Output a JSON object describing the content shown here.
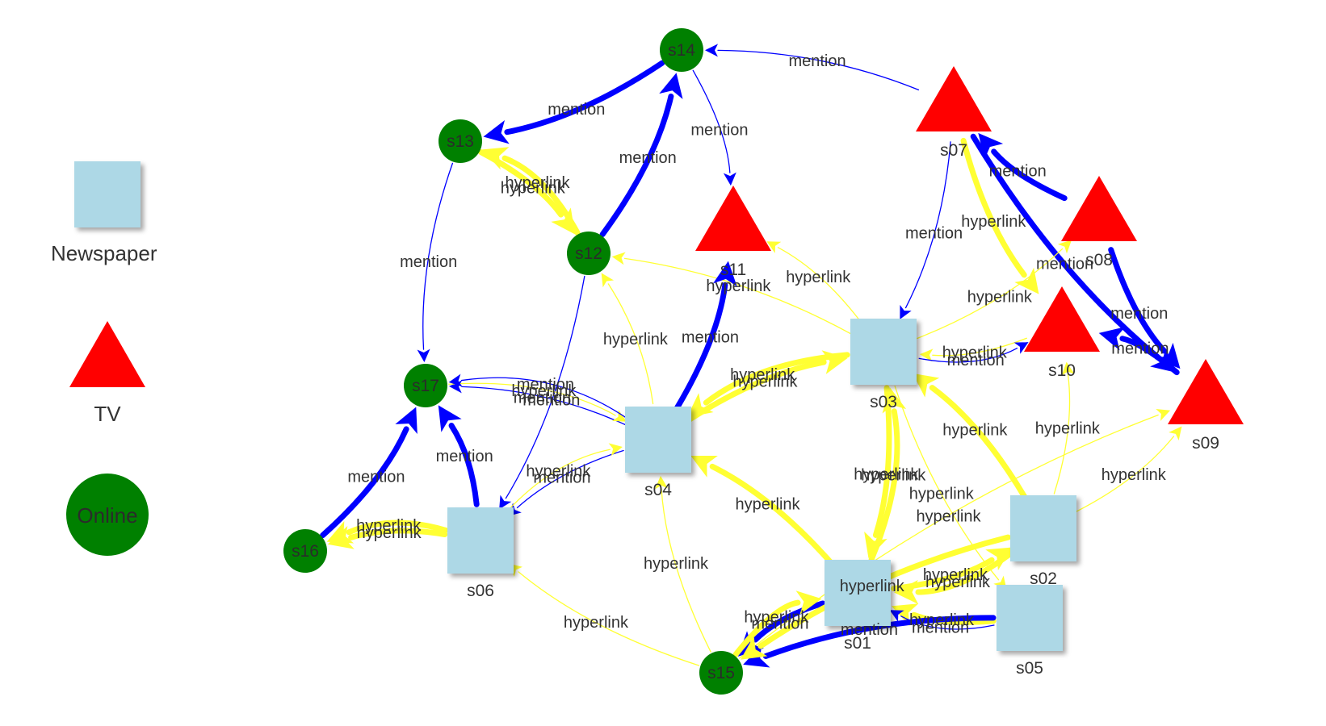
{
  "legend": {
    "newspaper": {
      "label": "Newspaper",
      "shape": "square",
      "color": "#add8e6"
    },
    "tv": {
      "label": "TV",
      "shape": "triangle",
      "color": "#ff0000"
    },
    "online": {
      "label": "Online",
      "shape": "circle",
      "color": "#008000"
    }
  },
  "colors": {
    "mention": "#0000ff",
    "hyperlink": "#ffff33"
  },
  "nodes": [
    {
      "id": "s01",
      "label": "s01",
      "type": "newspaper"
    },
    {
      "id": "s02",
      "label": "s02",
      "type": "newspaper"
    },
    {
      "id": "s03",
      "label": "s03",
      "type": "newspaper"
    },
    {
      "id": "s04",
      "label": "s04",
      "type": "newspaper"
    },
    {
      "id": "s05",
      "label": "s05",
      "type": "newspaper"
    },
    {
      "id": "s06",
      "label": "s06",
      "type": "newspaper"
    },
    {
      "id": "s07",
      "label": "s07",
      "type": "tv"
    },
    {
      "id": "s08",
      "label": "s08",
      "type": "tv"
    },
    {
      "id": "s09",
      "label": "s09",
      "type": "tv"
    },
    {
      "id": "s10",
      "label": "s10",
      "type": "tv"
    },
    {
      "id": "s11",
      "label": "s11",
      "type": "tv"
    },
    {
      "id": "s12",
      "label": "s12",
      "type": "online"
    },
    {
      "id": "s13",
      "label": "s13",
      "type": "online"
    },
    {
      "id": "s14",
      "label": "s14",
      "type": "online"
    },
    {
      "id": "s15",
      "label": "s15",
      "type": "online"
    },
    {
      "id": "s16",
      "label": "s16",
      "type": "online"
    },
    {
      "id": "s17",
      "label": "s17",
      "type": "online"
    }
  ],
  "edges": [
    {
      "from": "s14",
      "to": "s13",
      "label": "mention",
      "kind": "mention",
      "weight": 5
    },
    {
      "from": "s07",
      "to": "s14",
      "label": "mention",
      "kind": "mention",
      "weight": 1
    },
    {
      "from": "s14",
      "to": "s11",
      "label": "mention",
      "kind": "mention",
      "weight": 1
    },
    {
      "from": "s12",
      "to": "s14",
      "label": "mention",
      "kind": "mention",
      "weight": 5
    },
    {
      "from": "s13",
      "to": "s12",
      "label": "hyperlink",
      "kind": "hyperlink",
      "weight": 5
    },
    {
      "from": "s12",
      "to": "s13",
      "label": "hyperlink",
      "kind": "hyperlink",
      "weight": 5
    },
    {
      "from": "s13",
      "to": "s17",
      "label": "mention",
      "kind": "mention",
      "weight": 1
    },
    {
      "from": "s12",
      "to": "s06",
      "label": "mention",
      "kind": "mention",
      "weight": 1
    },
    {
      "from": "s04",
      "to": "s12",
      "label": "hyperlink",
      "kind": "hyperlink",
      "weight": 1
    },
    {
      "from": "s03",
      "to": "s12",
      "label": "hyperlink",
      "kind": "hyperlink",
      "weight": 1
    },
    {
      "from": "s04",
      "to": "s11",
      "label": "mention",
      "kind": "mention",
      "weight": 5
    },
    {
      "from": "s03",
      "to": "s11",
      "label": "hyperlink",
      "kind": "hyperlink",
      "weight": 1
    },
    {
      "from": "s07",
      "to": "s03",
      "label": "mention",
      "kind": "mention",
      "weight": 1
    },
    {
      "from": "s07",
      "to": "s10",
      "label": "hyperlink",
      "kind": "hyperlink",
      "weight": 5
    },
    {
      "from": "s07",
      "to": "s09",
      "label": "mention",
      "kind": "mention",
      "weight": 5
    },
    {
      "from": "s08",
      "to": "s07",
      "label": "mention",
      "kind": "mention",
      "weight": 5
    },
    {
      "from": "s03",
      "to": "s08",
      "label": "hyperlink",
      "kind": "hyperlink",
      "weight": 1
    },
    {
      "from": "s08",
      "to": "s09",
      "label": "mention",
      "kind": "mention",
      "weight": 5
    },
    {
      "from": "s09",
      "to": "s10",
      "label": "mention",
      "kind": "mention",
      "weight": 5
    },
    {
      "from": "s10",
      "to": "s03",
      "label": "hyperlink",
      "kind": "hyperlink",
      "weight": 1
    },
    {
      "from": "s03",
      "to": "s10",
      "label": "mention",
      "kind": "mention",
      "weight": 1
    },
    {
      "from": "s04",
      "to": "s03",
      "label": "hyperlink",
      "kind": "hyperlink",
      "weight": 5
    },
    {
      "from": "s03",
      "to": "s04",
      "label": "hyperlink",
      "kind": "hyperlink",
      "weight": 5
    },
    {
      "from": "s03",
      "to": "s01",
      "label": "hyperlink",
      "kind": "hyperlink",
      "weight": 5
    },
    {
      "from": "s01",
      "to": "s03",
      "label": "hyperlink",
      "kind": "hyperlink",
      "weight": 5
    },
    {
      "from": "s03",
      "to": "s05",
      "label": "hyperlink",
      "kind": "hyperlink",
      "weight": 1
    },
    {
      "from": "s02",
      "to": "s03",
      "label": "hyperlink",
      "kind": "hyperlink",
      "weight": 5
    },
    {
      "from": "s02",
      "to": "s10",
      "label": "hyperlink",
      "kind": "hyperlink",
      "weight": 1
    },
    {
      "from": "s02",
      "to": "s09",
      "label": "hyperlink",
      "kind": "hyperlink",
      "weight": 1
    },
    {
      "from": "s15",
      "to": "s09",
      "label": "hyperlink",
      "kind": "hyperlink",
      "weight": 1
    },
    {
      "from": "s01",
      "to": "s04",
      "label": "hyperlink",
      "kind": "hyperlink",
      "weight": 5
    },
    {
      "from": "s01",
      "to": "s02",
      "label": "hyperlink",
      "kind": "hyperlink",
      "weight": 5
    },
    {
      "from": "s02",
      "to": "s01",
      "label": "hyperlink",
      "kind": "hyperlink",
      "weight": 5
    },
    {
      "from": "s05",
      "to": "s01",
      "label": "hyperlink",
      "kind": "hyperlink",
      "weight": 5
    },
    {
      "from": "s05",
      "to": "s15",
      "label": "mention",
      "kind": "mention",
      "weight": 5
    },
    {
      "from": "s05",
      "to": "s01",
      "label": "mention",
      "kind": "mention",
      "weight": 1
    },
    {
      "from": "s01",
      "to": "s15",
      "label": "mention",
      "kind": "mention",
      "weight": 5
    },
    {
      "from": "s15",
      "to": "s01",
      "label": "hyperlink",
      "kind": "hyperlink",
      "weight": 5
    },
    {
      "from": "s02",
      "to": "s15",
      "label": "hyperlink",
      "kind": "hyperlink",
      "weight": 5
    },
    {
      "from": "s15",
      "to": "s06",
      "label": "hyperlink",
      "kind": "hyperlink",
      "weight": 1
    },
    {
      "from": "s15",
      "to": "s04",
      "label": "hyperlink",
      "kind": "hyperlink",
      "weight": 1
    },
    {
      "from": "s04",
      "to": "s06",
      "label": "mention",
      "kind": "mention",
      "weight": 1
    },
    {
      "from": "s06",
      "to": "s04",
      "label": "hyperlink",
      "kind": "hyperlink",
      "weight": 1
    },
    {
      "from": "s04",
      "to": "s17",
      "label": "mention",
      "kind": "mention",
      "weight": 1
    },
    {
      "from": "s17",
      "to": "s04",
      "label": "hyperlink",
      "kind": "hyperlink",
      "weight": 1
    },
    {
      "from": "s04",
      "to": "s17",
      "label": "mention",
      "kind": "mention",
      "weight": 1
    },
    {
      "from": "s06",
      "to": "s17",
      "label": "mention",
      "kind": "mention",
      "weight": 5
    },
    {
      "from": "s16",
      "to": "s17",
      "label": "mention",
      "kind": "mention",
      "weight": 5
    },
    {
      "from": "s06",
      "to": "s16",
      "label": "hyperlink",
      "kind": "hyperlink",
      "weight": 5
    },
    {
      "from": "s06",
      "to": "s16",
      "label": "hyperlink",
      "kind": "hyperlink",
      "weight": 5
    }
  ]
}
